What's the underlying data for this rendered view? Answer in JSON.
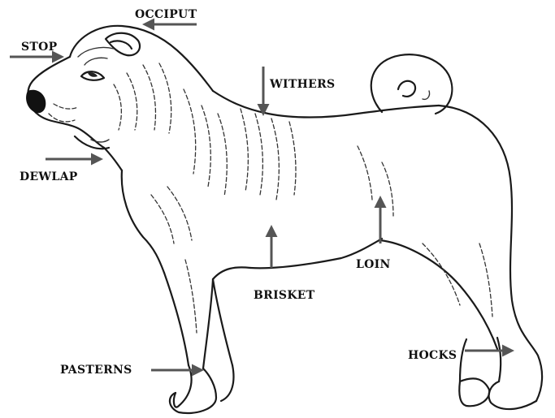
{
  "labels": {
    "occiput": "OCCIPUT",
    "stop": "STOP",
    "withers": "WITHERS",
    "dewlap": "DEWLAP",
    "brisket": "BRISKET",
    "loin": "LOIN",
    "hocks": "HOCKS",
    "pasterns": "PASTERNS"
  }
}
